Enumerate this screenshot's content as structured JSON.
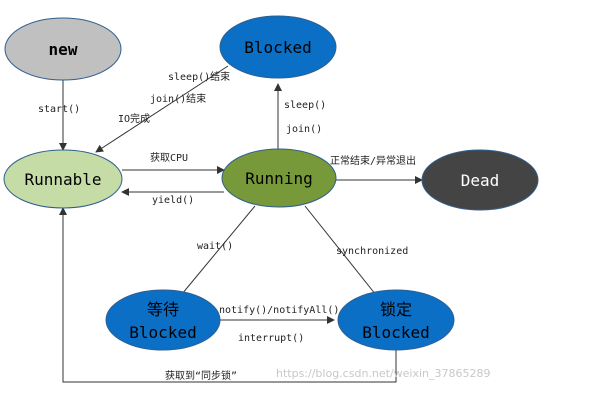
{
  "states": {
    "new": {
      "label": "new",
      "fill": "#c0c0c0",
      "text_color": "#000000"
    },
    "blocked_top": {
      "label": "Blocked",
      "fill": "#0b6fc6",
      "text_color": "#000000"
    },
    "runnable": {
      "label": "Runnable",
      "fill": "#c6dca6",
      "text_color": "#000000"
    },
    "running": {
      "label": "Running",
      "fill": "#77993a",
      "text_color": "#000000"
    },
    "dead": {
      "label": "Dead",
      "fill": "#444444",
      "text_color": "#ffffff"
    },
    "wait_blocked": {
      "line1": "等待",
      "line2": "Blocked",
      "fill": "#0b6fc6",
      "text_color": "#000000"
    },
    "lock_blocked": {
      "line1": "锁定",
      "line2": "Blocked",
      "fill": "#0b6fc6",
      "text_color": "#000000"
    }
  },
  "transitions": {
    "start": "start()",
    "sleep_end": "sleep()结束",
    "join_end": "join()结束",
    "io_done": "IO完成",
    "get_cpu": "获取CPU",
    "yield": "yield()",
    "sleep": "sleep()",
    "join": "join()",
    "normal_exit": "正常结束/异常退出",
    "wait": "wait()",
    "synchronized": "synchronized",
    "notify": "notify()/notifyAll()",
    "interrupt": "interrupt()",
    "get_lock": "获取到“同步锁”"
  },
  "watermark": "https://blog.csdn.net/weixin_37865289",
  "colors": {
    "line": "#333333",
    "outline": "#2f5f8f"
  }
}
